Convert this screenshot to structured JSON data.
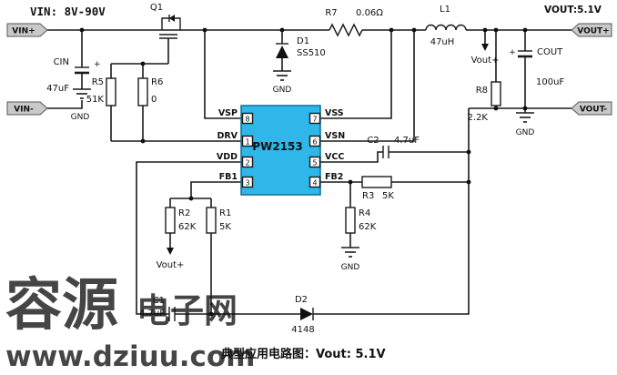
{
  "specs": {
    "vin": "VIN: 8V-90V",
    "vout": "VOUT:5.1V"
  },
  "caption": "典型应用电路图：Vout:  5.1V",
  "terminals": {
    "vin_plus": "VIN+",
    "vin_minus": "VIN-",
    "vout_plus": "VOUT+",
    "vout_minus": "VOUT-"
  },
  "ic": {
    "name": "PW2153",
    "pins": [
      {
        "num": "8",
        "name": "VSP"
      },
      {
        "num": "1",
        "name": "DRV"
      },
      {
        "num": "2",
        "name": "VDD"
      },
      {
        "num": "3",
        "name": "FB1"
      },
      {
        "num": "7",
        "name": "VSS"
      },
      {
        "num": "6",
        "name": "VSN"
      },
      {
        "num": "5",
        "name": "VCC"
      },
      {
        "num": "4",
        "name": "FB2"
      }
    ]
  },
  "components": {
    "q1": {
      "ref": "Q1"
    },
    "d1": {
      "ref": "D1",
      "value": "SS510"
    },
    "d2": {
      "ref": "D2",
      "value": "4148"
    },
    "r1": {
      "ref": "R1",
      "value": "5K"
    },
    "r2": {
      "ref": "R2",
      "value": "62K"
    },
    "r3": {
      "ref": "R3",
      "value": "5K"
    },
    "r4": {
      "ref": "R4",
      "value": "62K"
    },
    "r5": {
      "ref": "R5",
      "value": "51K"
    },
    "r6": {
      "ref": "R6",
      "value": "0"
    },
    "r7": {
      "ref": "R7",
      "value": "0.06Ω"
    },
    "r8": {
      "ref": "R8",
      "value": "2.2K"
    },
    "l1": {
      "ref": "L1",
      "value": "47uH"
    },
    "cin": {
      "ref": "CIN",
      "value": "47uF"
    },
    "cout": {
      "ref": "COUT",
      "value": "100uF"
    },
    "c1": {
      "ref": "C1",
      "value": "4.7uF"
    },
    "c2": {
      "ref": "C2",
      "value": "4.7uF"
    }
  },
  "net_labels": {
    "vout_plus": "Vout+",
    "gnd": "GND",
    "plus": "+"
  },
  "watermark": {
    "big": "容源",
    "small": "电子网",
    "url": "www.dziuu.com"
  },
  "colors": {
    "ic_fill": "#2fb7ea",
    "vin_red": "#ff1111",
    "watermark_pink": "#f466ad"
  }
}
